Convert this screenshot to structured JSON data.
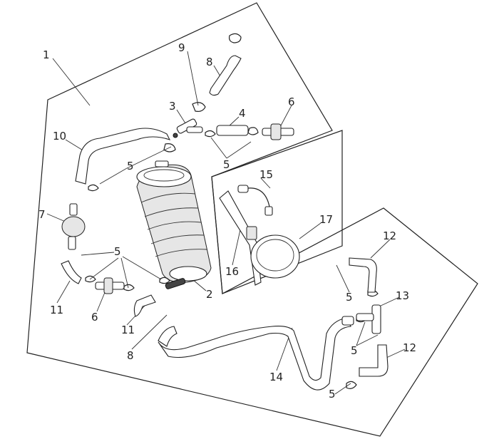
{
  "diagram": {
    "callouts": [
      {
        "id": "c1",
        "label": "1"
      },
      {
        "id": "c9",
        "label": "9"
      },
      {
        "id": "c8a",
        "label": "8"
      },
      {
        "id": "c3",
        "label": "3"
      },
      {
        "id": "c4",
        "label": "4"
      },
      {
        "id": "c6a",
        "label": "6"
      },
      {
        "id": "c10",
        "label": "10"
      },
      {
        "id": "c5a",
        "label": "5"
      },
      {
        "id": "c5b",
        "label": "5"
      },
      {
        "id": "c15",
        "label": "15"
      },
      {
        "id": "c7",
        "label": "7"
      },
      {
        "id": "c17",
        "label": "17"
      },
      {
        "id": "c5c",
        "label": "5"
      },
      {
        "id": "c12a",
        "label": "12"
      },
      {
        "id": "c16",
        "label": "16"
      },
      {
        "id": "c2",
        "label": "2"
      },
      {
        "id": "c11a",
        "label": "11"
      },
      {
        "id": "c6b",
        "label": "6"
      },
      {
        "id": "c5d",
        "label": "5"
      },
      {
        "id": "c13",
        "label": "13"
      },
      {
        "id": "c11b",
        "label": "11"
      },
      {
        "id": "c8b",
        "label": "8"
      },
      {
        "id": "c5e",
        "label": "5"
      },
      {
        "id": "c12b",
        "label": "12"
      },
      {
        "id": "c14",
        "label": "14"
      },
      {
        "id": "c5f",
        "label": "5"
      }
    ]
  }
}
